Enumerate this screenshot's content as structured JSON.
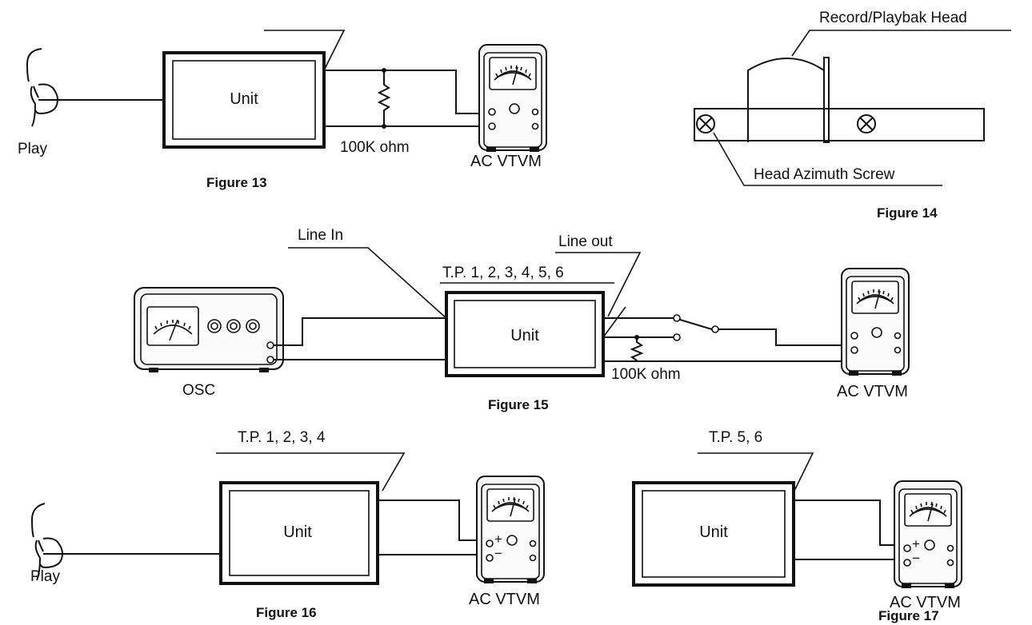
{
  "figure13": {
    "caption": "Figure 13",
    "unit": "Unit",
    "play": "Play",
    "resistor": "100K ohm",
    "meter": "AC  VTVM"
  },
  "figure14": {
    "caption": "Figure 14",
    "head": "Record/Playbak Head",
    "screw": "Head Azimuth Screw"
  },
  "figure15": {
    "caption": "Figure 15",
    "unit": "Unit",
    "line_in": "Line In",
    "line_out": "Line out",
    "test_points": "T.P. 1, 2, 3, 4, 5, 6",
    "osc": "OSC",
    "resistor": "100K ohm",
    "meter": "AC VTVM"
  },
  "figure16": {
    "caption": "Figure 16",
    "unit": "Unit",
    "play": "Play",
    "test_points": "T.P. 1, 2, 3, 4",
    "meter": "AC VTVM",
    "plus": "+",
    "minus": "−"
  },
  "figure17": {
    "caption": "Figure 17",
    "unit": "Unit",
    "test_points": "T.P. 5, 6",
    "meter": "AC  VTVM",
    "plus": "+",
    "minus": "−"
  }
}
